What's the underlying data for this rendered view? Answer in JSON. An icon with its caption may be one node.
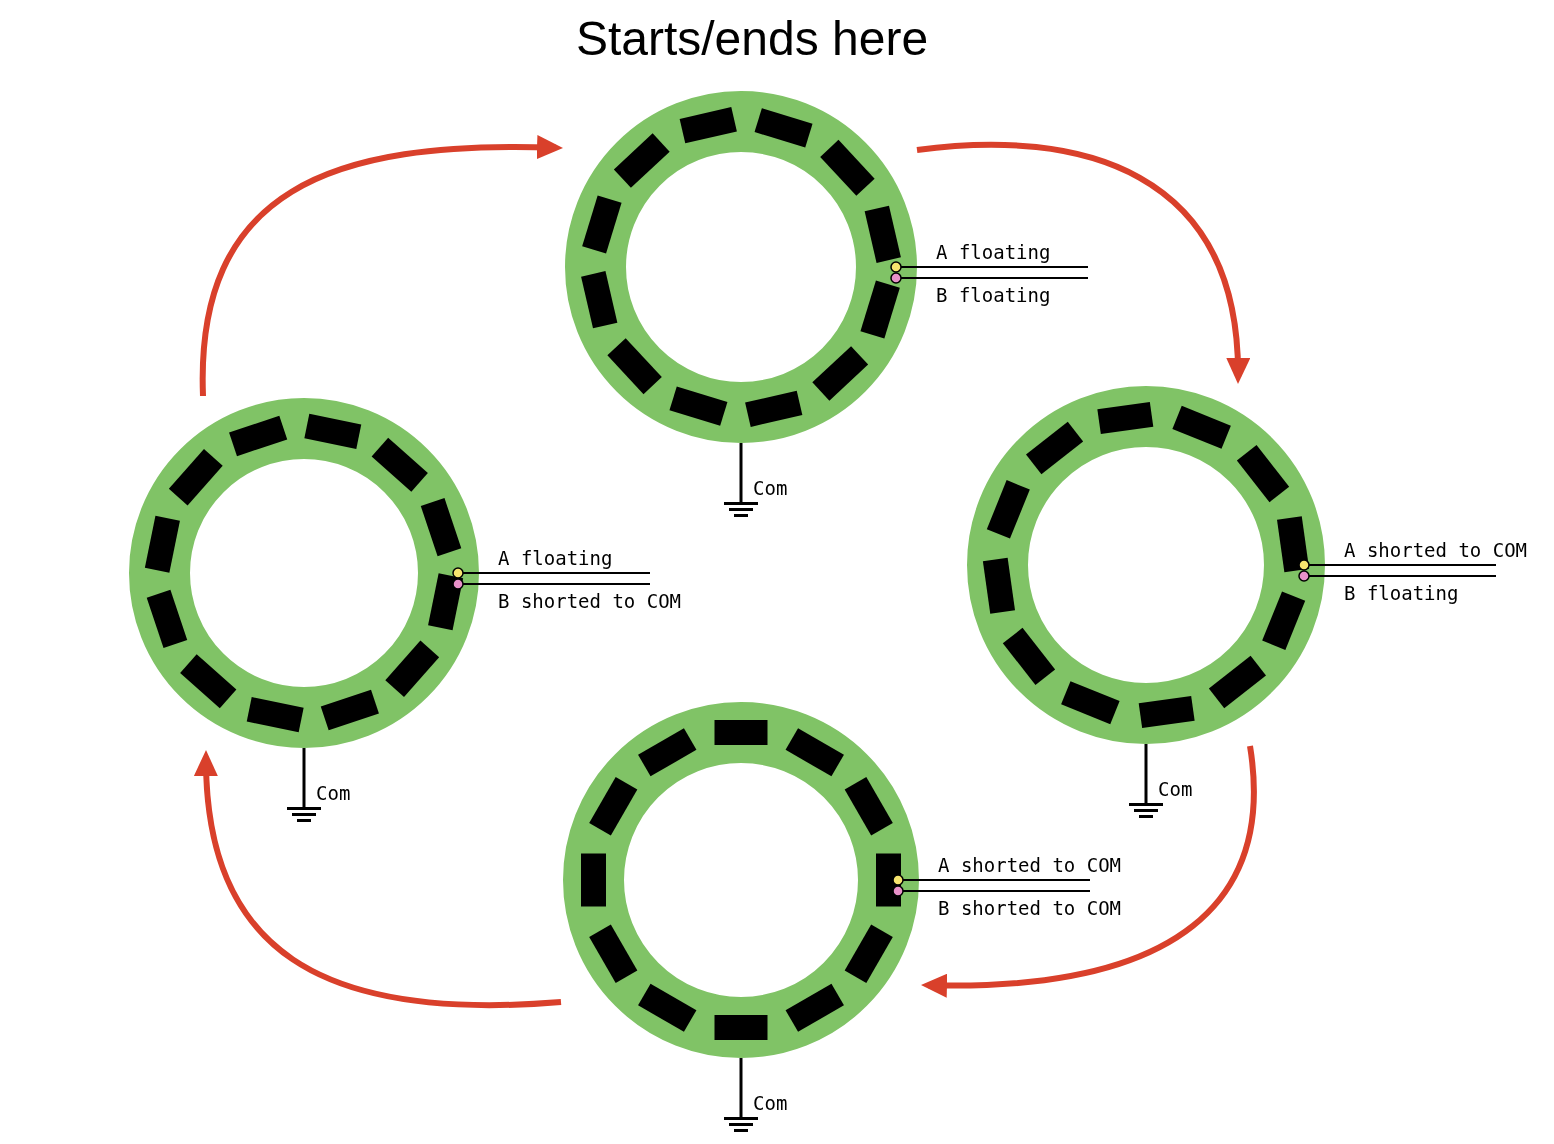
{
  "diagram": {
    "title": "Starts/ends here",
    "nodes": [
      {
        "text": [],
        "shape": "picture",
        "beside": [
          "A floating",
          "B floating",
          "Com"
        ]
      },
      {
        "text": [],
        "shape": "picture",
        "beside": [
          "A floating",
          "B shorted to COM",
          "Com"
        ]
      },
      {
        "text": [],
        "shape": "picture",
        "beside": [
          "A shorted to COM",
          "B floating",
          "Com"
        ]
      },
      {
        "text": [],
        "shape": "picture",
        "beside": [
          "A shorted to COM",
          "B shorted to COM",
          "Com"
        ]
      }
    ],
    "edges": [
      {
        "from": 0,
        "to": 2,
        "arrow": "to"
      },
      {
        "from": 2,
        "to": 3,
        "arrow": "to"
      },
      {
        "from": 3,
        "to": 1,
        "arrow": "to"
      },
      {
        "from": 1,
        "to": 0,
        "arrow": "to"
      }
    ]
  }
}
